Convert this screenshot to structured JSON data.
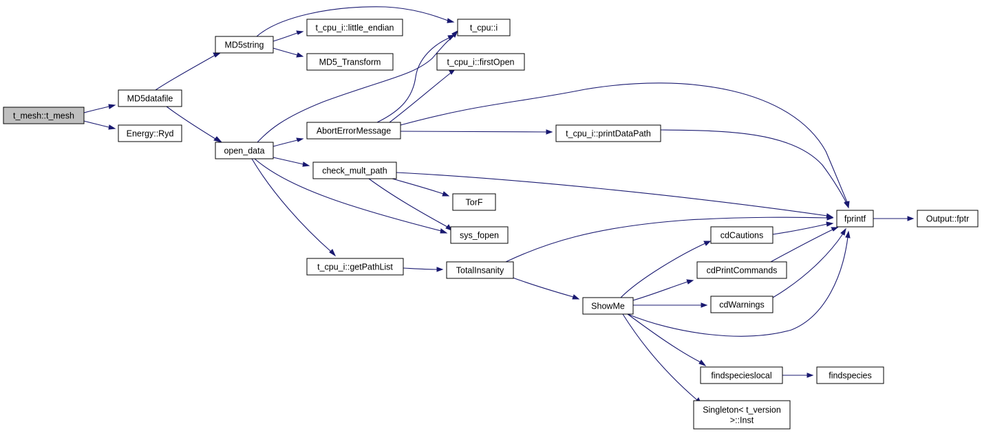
{
  "nodes": [
    {
      "id": "t_mesh",
      "label": [
        "t_mesh::t_mesh"
      ],
      "root": true
    },
    {
      "id": "md5datafile",
      "label": [
        "MD5datafile"
      ]
    },
    {
      "id": "energy_ryd",
      "label": [
        "Energy::Ryd"
      ]
    },
    {
      "id": "md5string",
      "label": [
        "MD5string"
      ]
    },
    {
      "id": "open_data",
      "label": [
        "open_data"
      ]
    },
    {
      "id": "little_endian",
      "label": [
        "t_cpu_i::little_endian"
      ]
    },
    {
      "id": "md5_transform",
      "label": [
        "MD5_Transform"
      ]
    },
    {
      "id": "t_cpu_i",
      "label": [
        "t_cpu::i"
      ]
    },
    {
      "id": "first_open",
      "label": [
        "t_cpu_i::firstOpen"
      ]
    },
    {
      "id": "abort_error",
      "label": [
        "AbortErrorMessage"
      ]
    },
    {
      "id": "print_data_path",
      "label": [
        "t_cpu_i::printDataPath"
      ]
    },
    {
      "id": "check_mult_path",
      "label": [
        "check_mult_path"
      ]
    },
    {
      "id": "torf",
      "label": [
        "TorF"
      ]
    },
    {
      "id": "sys_fopen",
      "label": [
        "sys_fopen"
      ]
    },
    {
      "id": "get_path_list",
      "label": [
        "t_cpu_i::getPathList"
      ]
    },
    {
      "id": "total_insanity",
      "label": [
        "TotalInsanity"
      ]
    },
    {
      "id": "show_me",
      "label": [
        "ShowMe"
      ]
    },
    {
      "id": "cd_cautions",
      "label": [
        "cdCautions"
      ]
    },
    {
      "id": "cd_print_commands",
      "label": [
        "cdPrintCommands"
      ]
    },
    {
      "id": "cd_warnings",
      "label": [
        "cdWarnings"
      ]
    },
    {
      "id": "fprintf",
      "label": [
        "fprintf"
      ]
    },
    {
      "id": "output_fptr",
      "label": [
        "Output::fptr"
      ]
    },
    {
      "id": "findspecieslocal",
      "label": [
        "findspecieslocal"
      ]
    },
    {
      "id": "findspecies",
      "label": [
        "findspecies"
      ]
    },
    {
      "id": "singleton_inst",
      "label": [
        "Singleton< t_version",
        ">::Inst"
      ]
    }
  ],
  "edges": [
    {
      "from": "t_mesh",
      "to": "md5datafile"
    },
    {
      "from": "t_mesh",
      "to": "energy_ryd"
    },
    {
      "from": "md5datafile",
      "to": "md5string"
    },
    {
      "from": "md5datafile",
      "to": "open_data"
    },
    {
      "from": "md5string",
      "to": "t_cpu_i"
    },
    {
      "from": "md5string",
      "to": "little_endian"
    },
    {
      "from": "md5string",
      "to": "md5_transform"
    },
    {
      "from": "open_data",
      "to": "t_cpu_i"
    },
    {
      "from": "open_data",
      "to": "abort_error"
    },
    {
      "from": "open_data",
      "to": "check_mult_path"
    },
    {
      "from": "open_data",
      "to": "sys_fopen"
    },
    {
      "from": "open_data",
      "to": "get_path_list"
    },
    {
      "from": "abort_error",
      "to": "t_cpu_i"
    },
    {
      "from": "abort_error",
      "to": "first_open"
    },
    {
      "from": "abort_error",
      "to": "print_data_path"
    },
    {
      "from": "abort_error",
      "to": "fprintf"
    },
    {
      "from": "print_data_path",
      "to": "fprintf"
    },
    {
      "from": "check_mult_path",
      "to": "fprintf"
    },
    {
      "from": "check_mult_path",
      "to": "torf"
    },
    {
      "from": "check_mult_path",
      "to": "sys_fopen"
    },
    {
      "from": "get_path_list",
      "to": "total_insanity"
    },
    {
      "from": "total_insanity",
      "to": "fprintf"
    },
    {
      "from": "total_insanity",
      "to": "show_me"
    },
    {
      "from": "show_me",
      "to": "cd_cautions"
    },
    {
      "from": "show_me",
      "to": "cd_print_commands"
    },
    {
      "from": "show_me",
      "to": "cd_warnings"
    },
    {
      "from": "show_me",
      "to": "fprintf"
    },
    {
      "from": "show_me",
      "to": "findspecieslocal"
    },
    {
      "from": "show_me",
      "to": "singleton_inst"
    },
    {
      "from": "cd_cautions",
      "to": "fprintf"
    },
    {
      "from": "cd_print_commands",
      "to": "fprintf"
    },
    {
      "from": "cd_warnings",
      "to": "fprintf"
    },
    {
      "from": "fprintf",
      "to": "output_fptr"
    },
    {
      "from": "findspecieslocal",
      "to": "findspecies"
    }
  ]
}
